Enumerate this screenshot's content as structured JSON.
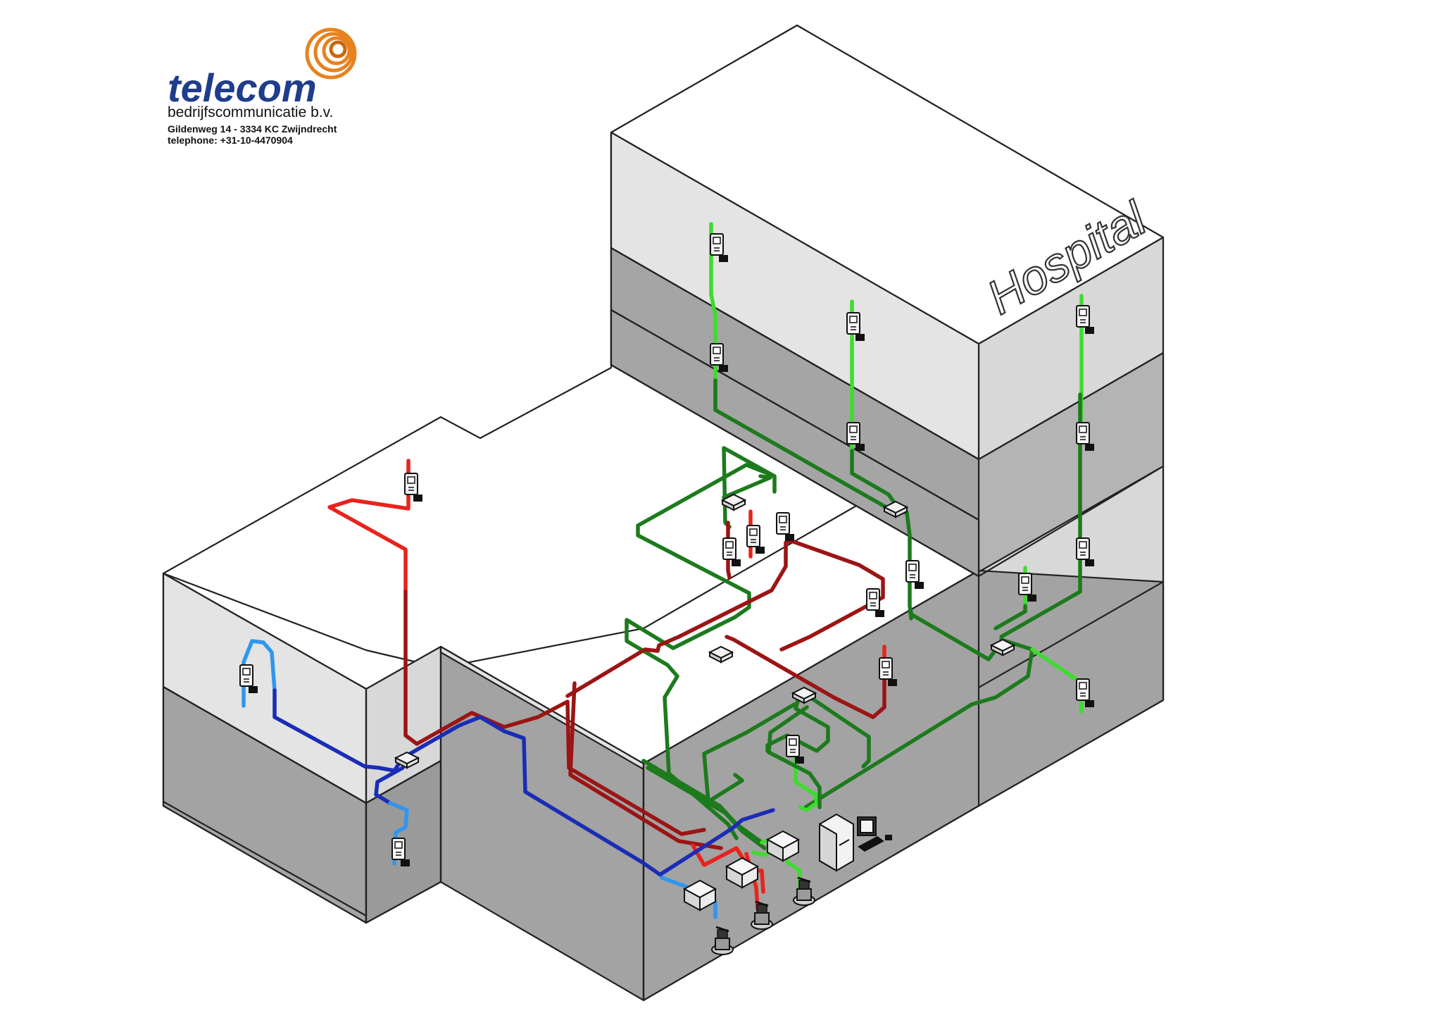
{
  "logo": {
    "name": "telecom",
    "subtitle": "bedrijfscommunicatie b.v.",
    "address": "Gildenweg 14 - 3334 KC  Zwijndrecht",
    "telephone": "telephone: +31-10-4470904",
    "brand_color": "#1f3d8c",
    "swirl_color": "#e8821e"
  },
  "building": {
    "label": "Hospital",
    "floor_fill": "#a3a3a3",
    "wall_fill": "#e2e2e2",
    "roof_fill": "#ffffff",
    "outline": "#222222"
  },
  "cable_colors": {
    "green_light": "#3ddc2e",
    "green_dark": "#1d7a1d",
    "red_light": "#e8231d",
    "red_dark": "#9c1414",
    "blue_light": "#2f97ee",
    "blue_dark": "#1b2cb6"
  },
  "icons": {
    "intercom": "intercom-station-icon",
    "junction": "junction-box-icon",
    "exchange": "exchange-unit-icon",
    "master": "master-station-icon",
    "computer": "computer-workstation-icon"
  }
}
